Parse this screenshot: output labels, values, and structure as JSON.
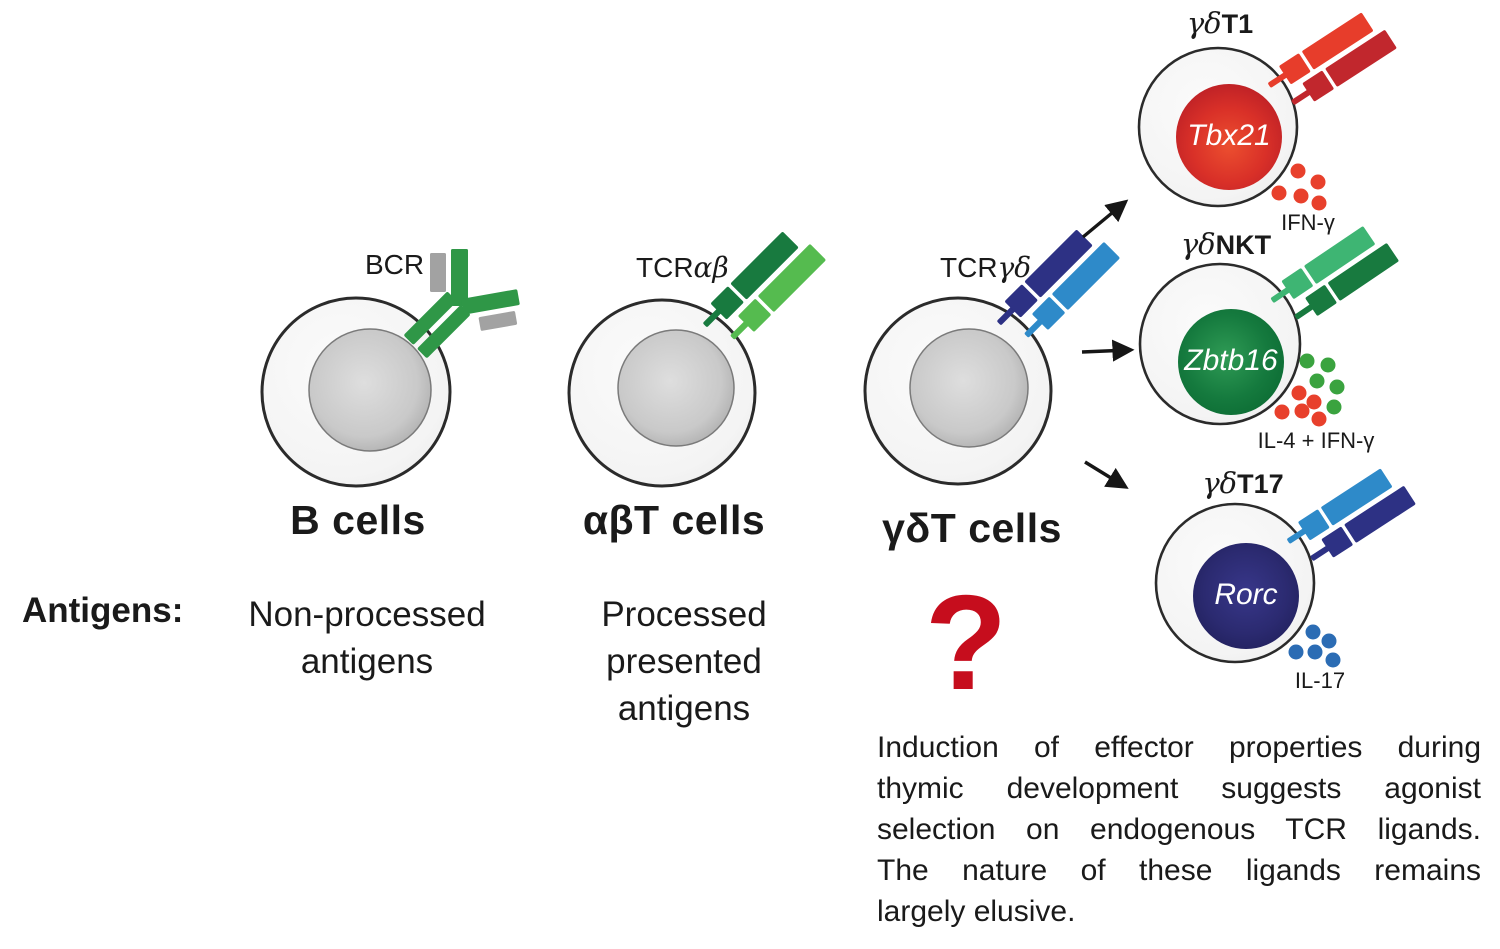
{
  "colors": {
    "ink": "#1a1a1a",
    "cell_stroke": "#2b2b2b",
    "bcr_green": "#2f9747",
    "chain_gray": "#a2a2a2",
    "green_dark": "#187a3f",
    "green_light": "#55bb4f",
    "green_mid": "#3eb573",
    "navy": "#2d3184",
    "blue_light": "#2e8ac9",
    "red_bright": "#e73d2b",
    "red_dark": "#c1272d",
    "tbx21_core": "#d93028",
    "zbtb16_core": "#157a3e",
    "rorc_core": "#2b2a70",
    "dot_red": "#e8402c",
    "dot_green": "#3aa33f",
    "dot_blue": "#2b6cb4",
    "question_red": "#c60d1d"
  },
  "main_cells": [
    {
      "receptor_prefix": "BCR",
      "receptor_greek": "",
      "name": "B cells"
    },
    {
      "receptor_prefix": "TCR",
      "receptor_greek": "αβ",
      "name": "αβT cells"
    },
    {
      "receptor_prefix": "TCR",
      "receptor_greek": "γδ",
      "name": "γδT cells"
    }
  ],
  "effectors": [
    {
      "greek": "γδ",
      "rest": "T1",
      "gene": "Tbx21",
      "cytokine": "IFN-γ"
    },
    {
      "greek": "γδ",
      "rest": "NKT",
      "gene": "Zbtb16",
      "cytokine": "IL-4 + IFN-γ"
    },
    {
      "greek": "γδ",
      "rest": "T17",
      "gene": "Rorc",
      "cytokine": "IL-17"
    }
  ],
  "antigens": {
    "heading": "Antigens:",
    "b_column": [
      "Non-processed",
      "antigens"
    ],
    "abt_column": [
      "Processed",
      "presented",
      "antigens"
    ],
    "gdt_column_symbol": "?"
  },
  "note_lines": [
    "Induction of effector properties during",
    "thymic development suggests agonist",
    "selection on endogenous TCR ligands.",
    "The nature of these ligands remains",
    "largely elusive."
  ]
}
